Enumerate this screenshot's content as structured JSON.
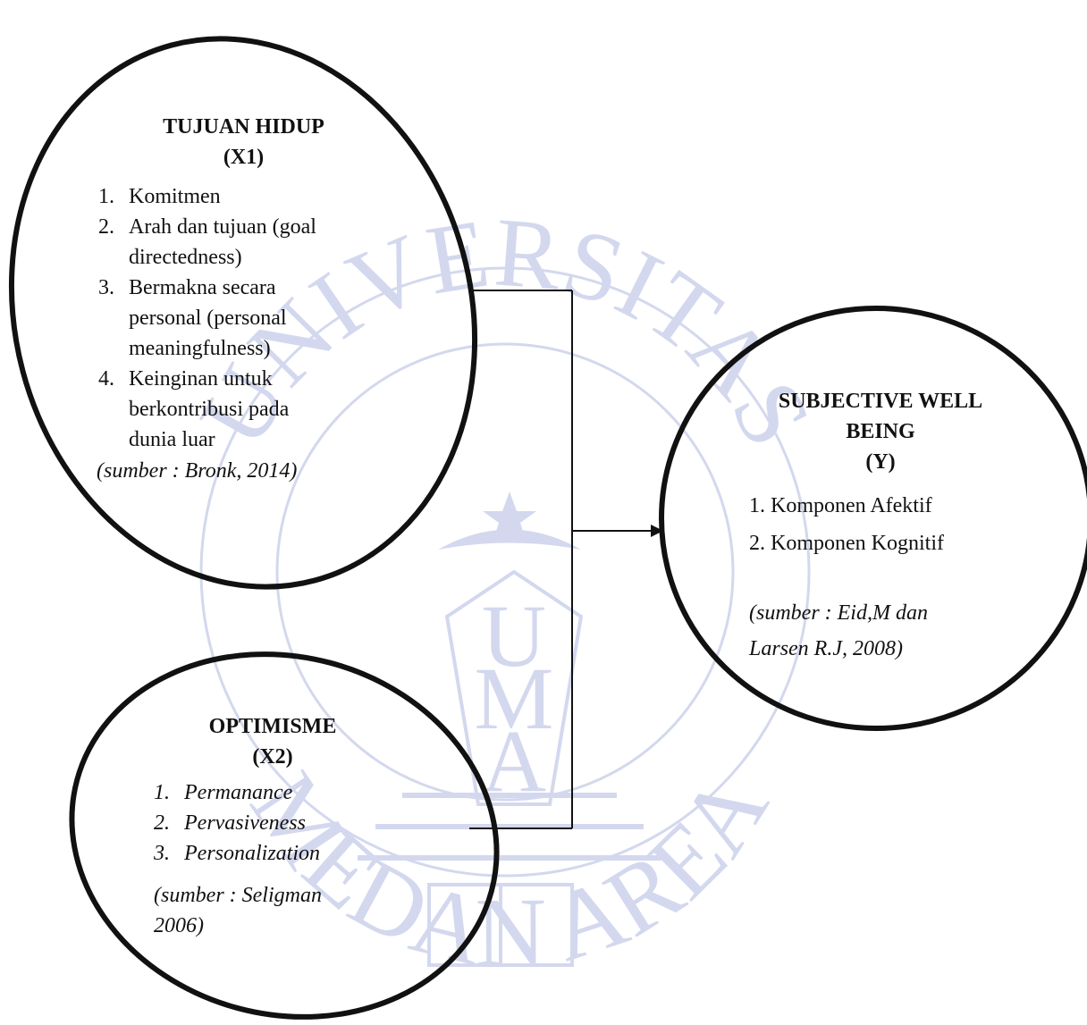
{
  "watermark": {
    "arc_top": "UNIVERSITAS",
    "arc_bottom": "MEDAN AREA",
    "shield": "UMA",
    "color": "#c9cfe8"
  },
  "x1": {
    "title_line1": "TUJUAN HIDUP",
    "title_line2": "(X1)",
    "items": [
      {
        "num": "1.",
        "lines": [
          "Komitmen"
        ]
      },
      {
        "num": "2.",
        "lines": [
          "Arah dan tujuan (goal",
          "directedness)"
        ]
      },
      {
        "num": "3.",
        "lines": [
          "Bermakna secara",
          "personal (personal",
          "meaningfulness)"
        ]
      },
      {
        "num": "4.",
        "lines": [
          "Keinginan untuk",
          "berkontribusi pada",
          "dunia luar"
        ]
      }
    ],
    "source": "(sumber : Bronk, 2014)"
  },
  "x2": {
    "title_line1": "OPTIMISME",
    "title_line2": "(X2)",
    "items": [
      {
        "num": "1.",
        "text": "Permanance"
      },
      {
        "num": "2.",
        "text": "Pervasiveness"
      },
      {
        "num": "3.",
        "text": "Personalization"
      }
    ],
    "source_line1": "(sumber : Seligman",
    "source_line2": "2006)"
  },
  "y": {
    "title_line1": "SUBJECTIVE WELL",
    "title_line2": "BEING",
    "title_line3": "(Y)",
    "items": [
      "1. Komponen Afektif",
      "2. Komponen Kognitif"
    ],
    "source_line1": "(sumber : Eid,M dan",
    "source_line2": "Larsen R.J, 2008)"
  }
}
